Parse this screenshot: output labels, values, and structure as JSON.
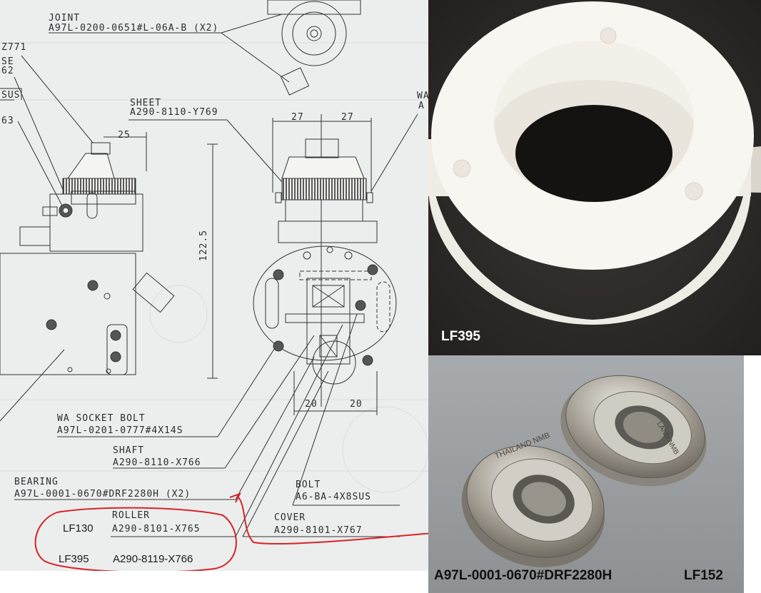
{
  "drawing": {
    "joint_label": "JOINT",
    "joint_part": "A97L-0200-0651#L-06A-B (X2)",
    "sheet_label": "SHEET",
    "sheet_part": "A290-8110-Y769",
    "dim_25": "25",
    "dim_27a": "27",
    "dim_27b": "27",
    "dim_122_5": "122.5",
    "dim_20a": "20",
    "dim_20b": "20",
    "edge_771": "Z771",
    "edge_se": "SE",
    "edge_62": "62",
    "edge_sus": "SUS",
    "edge_63": "63",
    "edge_wa": "WA",
    "edge_a": "A",
    "wa_socket_label": "WA SOCKET BOLT",
    "wa_socket_part": "A97L-0201-0777#4X14S",
    "shaft_label": "SHAFT",
    "shaft_part": "A290-8110-X766",
    "bearing_label": "BEARING",
    "bearing_part": "A97L-0001-0670#DRF2280H (X2)",
    "bolt_label": "BOLT",
    "bolt_part": "A6-BA-4X8SUS",
    "roller_label": "ROLLER",
    "roller_part": "A290-8101-X765",
    "cover_label": "COVER",
    "cover_part": "A290-8101-X767"
  },
  "annotations": {
    "lf130": "LF130",
    "lf395_code": "LF395",
    "lf395_part": "A290-8119-X766",
    "ink_color": "#d8232a"
  },
  "photos": {
    "top_label": "LF395",
    "bottom_part": "A97L-0001-0670#DRF2280H",
    "bottom_code": "LF152",
    "bearing_text_1": "THAILAND NMB",
    "bearing_text_2": "LAND NMB"
  }
}
